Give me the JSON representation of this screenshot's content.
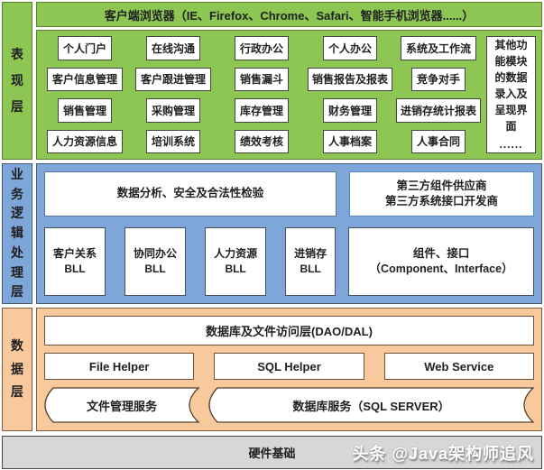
{
  "colors": {
    "green_fill": "#8dc653",
    "green_border": "#567f31",
    "blue_fill": "#7ea6d9",
    "blue_border": "#3c5a7e",
    "orange_fill": "#f7c99d",
    "orange_border": "#7e5b3f",
    "gray_fill": "#d7d7d7",
    "box_border": "#454545",
    "text": "#1f1f1f"
  },
  "presentation": {
    "label": "表现层",
    "browser_bar": "客户端浏览器（IE、Firefox、Chrome、Safari、智能手机浏览器......）",
    "rows": [
      [
        "个人门户",
        "在线沟通",
        "行政办公",
        "个人办公",
        "系统及工作流"
      ],
      [
        "客户信息管理",
        "客户跟进管理",
        "销售漏斗",
        "销售报告及报表",
        "竞争对手"
      ],
      [
        "销售管理",
        "采购管理",
        "库存管理",
        "财务管理",
        "进销存统计报表"
      ],
      [
        "人力资源信息",
        "培训系统",
        "绩效考核",
        "人事档案",
        "人事合同"
      ]
    ],
    "side_box": "其他功能模块的数据录入及呈现界面",
    "side_box_more": "......"
  },
  "business": {
    "label": "业务逻辑处理层",
    "validation": "数据分析、安全及合法性检验",
    "third_party_line1": "第三方组件供应商",
    "third_party_line2": "第三方系统接口开发商",
    "bll": [
      {
        "name": "客户关系",
        "suffix": "BLL"
      },
      {
        "name": "协同办公",
        "suffix": "BLL"
      },
      {
        "name": "人力资源",
        "suffix": "BLL"
      },
      {
        "name": "进销存",
        "suffix": "BLL"
      }
    ],
    "component_line1": "组件、接口",
    "component_line2": "（Component、Interface）"
  },
  "data_layer": {
    "label": "数据层",
    "dao": "数据库及文件访问层(DAO/DAL)",
    "helpers": [
      "File Helper",
      "SQL Helper",
      "Web Service"
    ],
    "file_service": "文件管理服务",
    "db_service": "数据库服务（SQL SERVER）"
  },
  "hardware": {
    "label": "硬件基础"
  },
  "watermark": "头条 @Java架构师追风"
}
